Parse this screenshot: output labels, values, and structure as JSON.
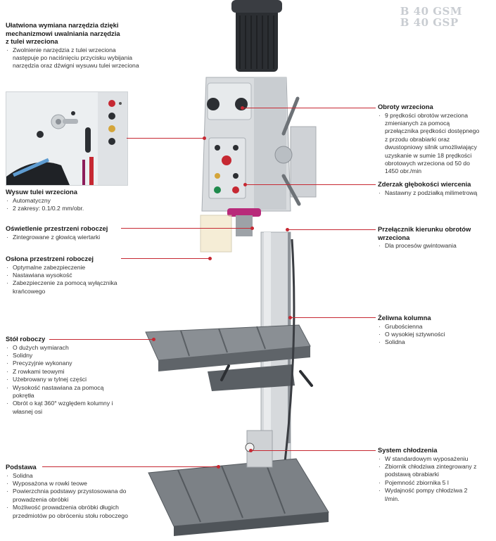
{
  "header": {
    "model_line1": "B 40 GSM",
    "model_line2": "B 40 GSP"
  },
  "left": [
    {
      "id": "tool_change",
      "title_lines": [
        "Ułatwiona wymiana narzędzia dzięki",
        "mechanizmowi uwalniania narzędzia",
        "z tulei wrzeciona"
      ],
      "bullets": [
        "Zwolnienie narzędzia z tulei wrzeciona następuje po naciśnięciu przycisku wybijania narzędzia oraz dźwigni wysuwu tulei wrzeciona"
      ]
    },
    {
      "id": "feed",
      "title_lines": [
        "Wysuw tulei wrzeciona"
      ],
      "bullets": [
        "Automatyczny",
        "2 zakresy: 0.1/0.2 mm/obr."
      ]
    },
    {
      "id": "lighting",
      "title_lines": [
        "Oświetlenie przestrzeni roboczej"
      ],
      "bullets": [
        "Zintegrowane z głowicą wiertarki"
      ]
    },
    {
      "id": "guard",
      "title_lines": [
        "Osłona przestrzeni roboczej"
      ],
      "bullets": [
        "Optymalne zabezpieczenie",
        "Nastawiana wysokość",
        "Zabezpieczenie za pomocą wyłącznika krańcowego"
      ]
    },
    {
      "id": "table",
      "title_lines": [
        "Stół roboczy"
      ],
      "bullets": [
        "O dużych wymiarach",
        "Solidny",
        "Precyzyjnie wykonany",
        "Z rowkami teowymi",
        "Użebrowany w tylnej części",
        "Wysokość nastawiana za pomocą pokrętła",
        "Obrót o kąt 360° względem kolumny i własnej osi"
      ]
    },
    {
      "id": "base",
      "title_lines": [
        "Podstawa"
      ],
      "bullets": [
        "Solidna",
        "Wyposażona w rowki teowe",
        "Powierzchnia podstawy przystosowana do prowadzenia obróbki",
        "Możliwość prowadzenia obróbki długich przedmiotów po obróceniu stołu roboczego"
      ]
    }
  ],
  "right": [
    {
      "id": "speeds",
      "title_lines": [
        "Obroty wrzeciona"
      ],
      "bullets": [
        "9 prędkości obrotów wrzeciona zmienianych za pomocą przełącznika prędkości dostępnego z przodu obrabiarki oraz dwustopniowy silnik umożliwiający uzyskanie w sumie 18 prędkości obrotowych wrzeciona od 50 do 1450 obr./min"
      ]
    },
    {
      "id": "depth",
      "title_lines": [
        "Zderzak głębokości wiercenia"
      ],
      "bullets": [
        "Nastawny z podziałką milimetrową"
      ]
    },
    {
      "id": "direction",
      "title_lines": [
        "Przełącznik kierunku obrotów",
        "wrzeciona"
      ],
      "bullets": [
        "Dla procesów gwintowania"
      ]
    },
    {
      "id": "column",
      "title_lines": [
        "Żeliwna kolumna"
      ],
      "bullets": [
        "Grubościenna",
        "O wysokiej sztywności",
        "Solidna"
      ]
    },
    {
      "id": "cooling",
      "title_lines": [
        "System chłodzenia"
      ],
      "bullets": [
        "W standardowym wyposażeniu",
        "Zbiornik chłodziwa zintegrowany z podstawą obrabiarki",
        "Pojemność zbiornika 5 l",
        "Wydajność pompy chłodziwa 2 l/min."
      ]
    }
  ],
  "colors": {
    "leader": "#c62832",
    "machine_grey": "#d9dcdf",
    "dark": "#2c2f33"
  },
  "icons": [
    "drill-press-illustration",
    "tool-release-inset"
  ]
}
